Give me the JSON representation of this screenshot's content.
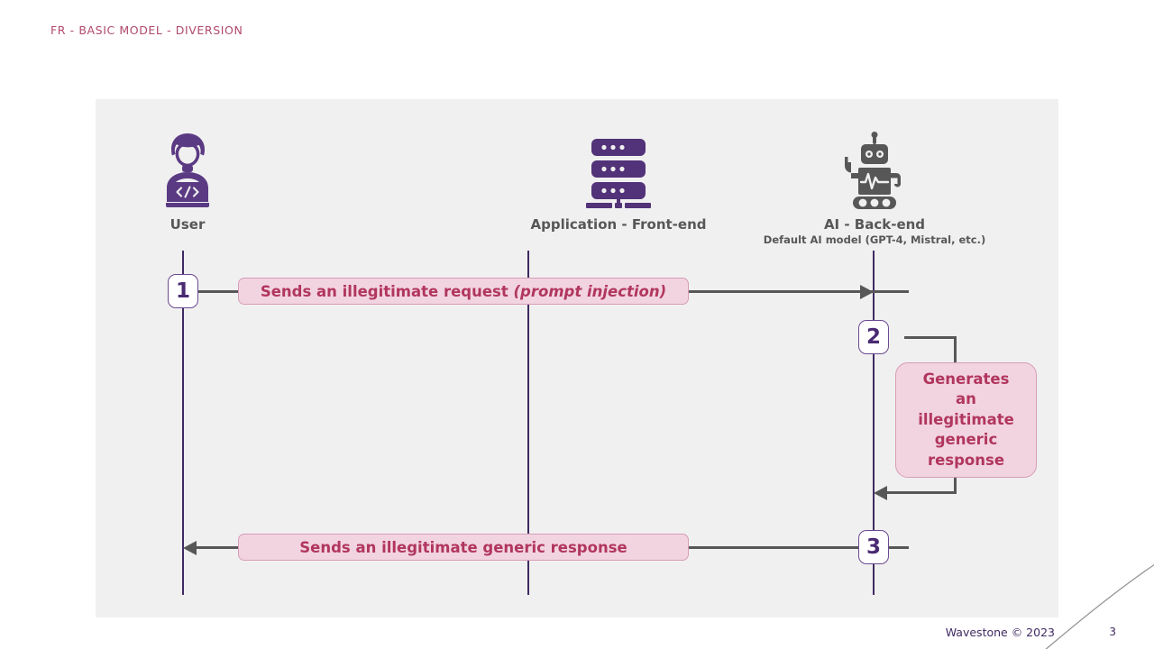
{
  "slide": {
    "title": "FR - BASIC MODEL - DIVERSION",
    "title_color": "#b1496b",
    "panel_bg": "#f0f0f0"
  },
  "colors": {
    "accent_pink": "#b1365e",
    "bar_fill": "#f2d4e0",
    "bar_border": "#d79cb6",
    "lifeline": "#3f2a63",
    "connector": "#575757",
    "badge_border": "#6b4a8f",
    "badge_text": "#4a2a72",
    "actor_label": "#575757",
    "user_icon": "#5b3a84",
    "server_icon": "#523278",
    "robot_icon": "#575757"
  },
  "actors": [
    {
      "id": "user",
      "icon": "user-laptop-code-icon",
      "name": "User",
      "subtitle": ""
    },
    {
      "id": "frontend",
      "icon": "server-rack-icon",
      "name": "Application - Front-end",
      "subtitle": ""
    },
    {
      "id": "backend",
      "icon": "robot-icon",
      "name": "AI - Back-end",
      "subtitle": "Default AI model (GPT-4, Mistral, etc.)"
    }
  ],
  "steps": [
    {
      "number": "1",
      "kind": "message",
      "from": "user",
      "to": "backend",
      "text_main": "Sends an illegitimate request",
      "text_italic": "(prompt injection)",
      "direction": "right"
    },
    {
      "number": "2",
      "kind": "self-process",
      "actor": "backend",
      "text_main": "Generates an illegitimate generic response",
      "lines": [
        "Generates",
        "an",
        "illegitimate",
        "generic",
        "response"
      ],
      "direction": "self-loop"
    },
    {
      "number": "3",
      "kind": "message",
      "from": "backend",
      "to": "user",
      "text_main": "Sends an illegitimate generic response",
      "text_italic": "",
      "direction": "left"
    }
  ],
  "footer": {
    "copyright": "Wavestone © 2023",
    "page_number": "3"
  }
}
